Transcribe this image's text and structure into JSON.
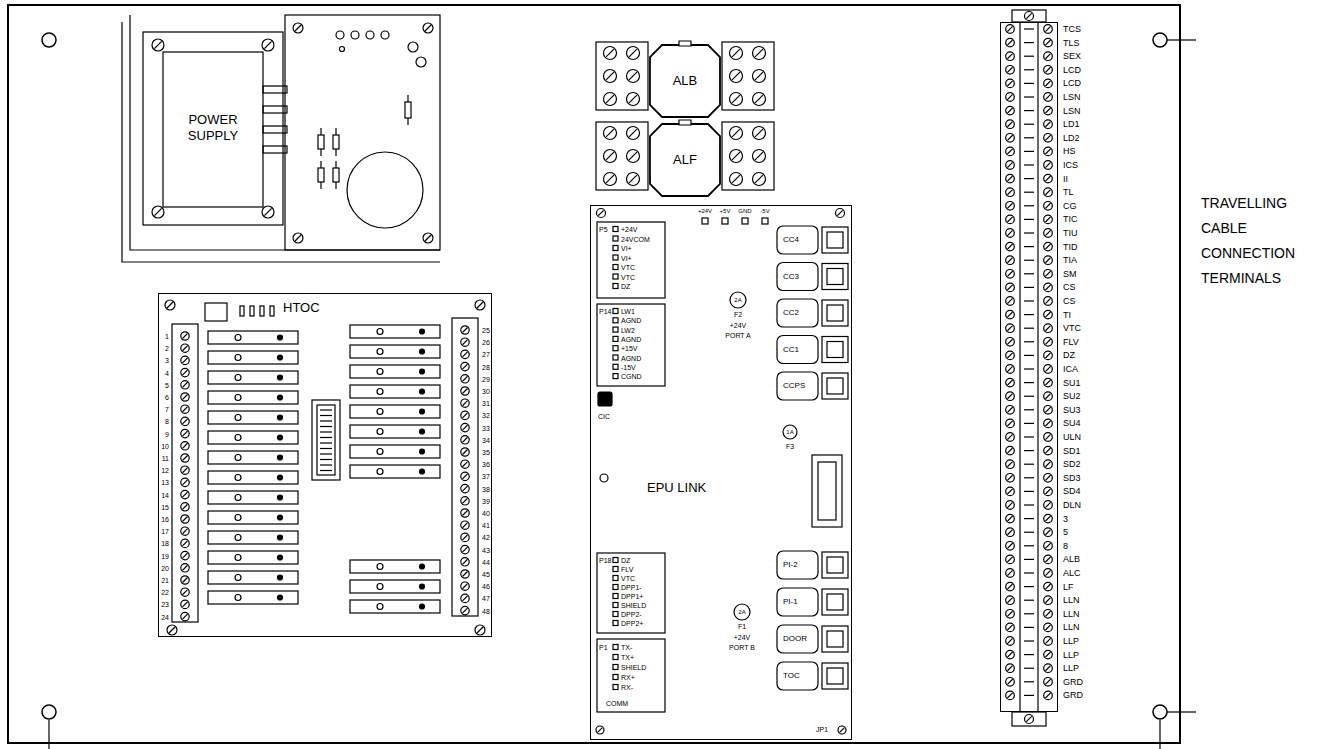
{
  "diagram": {
    "nodes": [
      {
        "text": [
          "POWER SUPPLY"
        ]
      },
      {
        "text": [
          "HTOC"
        ]
      },
      {
        "text": [
          "ALB"
        ]
      },
      {
        "text": [
          "ALF"
        ]
      },
      {
        "text": [
          "EPU LINK"
        ]
      },
      {
        "text": [
          "TRAVELLING CABLE CONNECTION TERMINALS"
        ]
      }
    ],
    "labels": [
      "1",
      "2",
      "3",
      "4",
      "5",
      "6",
      "7",
      "8",
      "9",
      "10",
      "11",
      "12",
      "13",
      "14",
      "15",
      "16",
      "17",
      "18",
      "19",
      "20",
      "21",
      "22",
      "23",
      "24",
      "25",
      "26",
      "27",
      "28",
      "29",
      "30",
      "31",
      "32",
      "33",
      "34",
      "35",
      "36",
      "37",
      "38",
      "39",
      "40",
      "41",
      "42",
      "43",
      "44",
      "45",
      "46",
      "47",
      "48",
      "+24V",
      "+5V",
      "GND",
      "-5V",
      "P5",
      "+24V",
      "24VCOM",
      "VI+",
      "VI+",
      "VTC",
      "VTC",
      "DZ",
      "P14",
      "LW1",
      "AGND",
      "LW2",
      "AGND",
      "+15V",
      "AGND",
      "-15V",
      "CGND",
      "CIC",
      "P18",
      "DZ",
      "FLV",
      "VTC",
      "DPP1-",
      "DPP1+",
      "SHIELD",
      "DPP2-",
      "DPP2+",
      "P1",
      "TX-",
      "TX+",
      "SHIELD",
      "RX+",
      "RX-",
      "COMM",
      "CC4",
      "CC3",
      "CC2",
      "CC1",
      "CCPS",
      "2A",
      "F2",
      "+24V",
      "PORT A",
      "1A",
      "F3",
      "PI-2",
      "PI-1",
      "DOOR",
      "TOC",
      "2A",
      "F1",
      "+24V",
      "PORT B",
      "JP1",
      "TCS",
      "TLS",
      "SEX",
      "LCD",
      "LCD",
      "LSN",
      "LSN",
      "LD1",
      "LD2",
      "HS",
      "ICS",
      "II",
      "TL",
      "CG",
      "TIC",
      "TIU",
      "TID",
      "TIA",
      "SM",
      "CS",
      "CS",
      "TI",
      "VTC",
      "FLV",
      "DZ",
      "ICA",
      "SU1",
      "SU2",
      "SU3",
      "SU4",
      "ULN",
      "SD1",
      "SD2",
      "SD3",
      "SD4",
      "DLN",
      "3",
      "5",
      "8",
      "ALB",
      "ALC",
      "LF",
      "LLN",
      "LLN",
      "LLN",
      "LLP",
      "LLP",
      "LLP",
      "GRD",
      "GRD"
    ]
  }
}
